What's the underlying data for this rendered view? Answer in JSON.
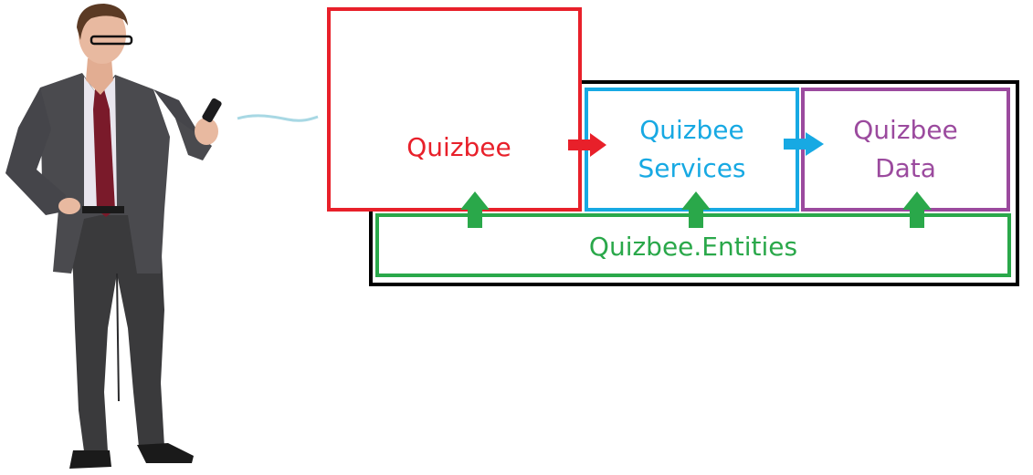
{
  "person": {
    "figure_icon": "businessman-with-phone-icon",
    "speech_line": "speech-squiggle"
  },
  "colors": {
    "app": "#e8202a",
    "services": "#17a9e3",
    "data": "#9b4a9e",
    "entities": "#2aa84a",
    "container": "#000000"
  },
  "boxes": {
    "app": {
      "label": "Quizbee"
    },
    "services": {
      "label": "Quizbee\nServices"
    },
    "data": {
      "label": "Quizbee\nData"
    },
    "entities": {
      "label": "Quizbee.Entities"
    }
  }
}
